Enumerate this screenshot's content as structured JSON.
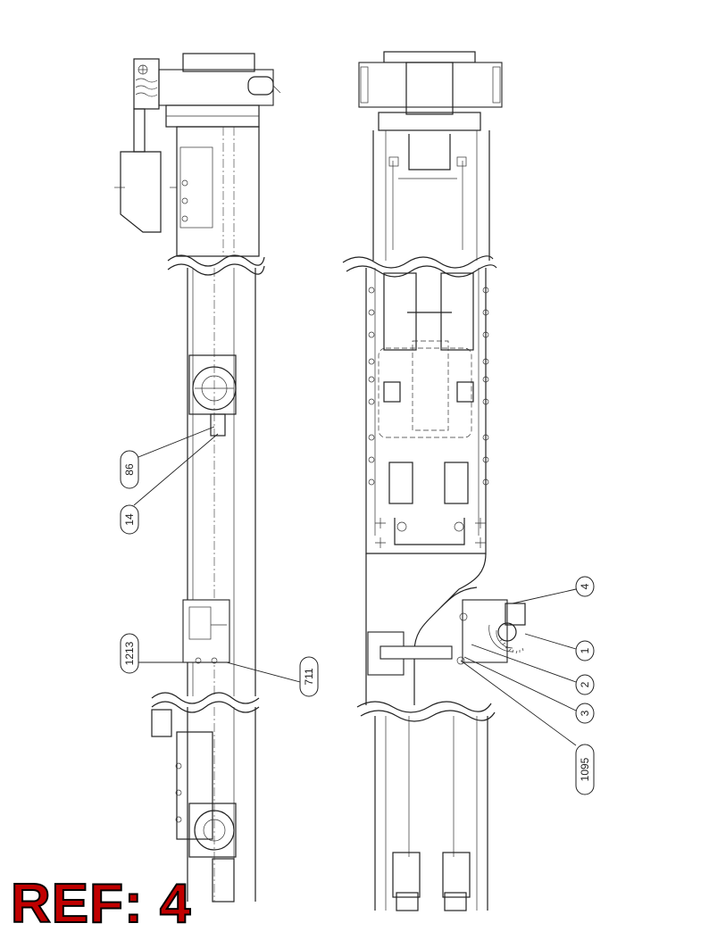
{
  "reference_label": "REF: 4",
  "callouts": {
    "c1": "1",
    "c2": "2",
    "c3": "3",
    "c4": "4",
    "c5_10_9": "1095",
    "c6_8": "86",
    "c7_11": "711",
    "c12_13": "1213",
    "c14": "14"
  },
  "colors": {
    "ink": "#222222",
    "ref_red": "#c00000",
    "background": "#ffffff"
  }
}
